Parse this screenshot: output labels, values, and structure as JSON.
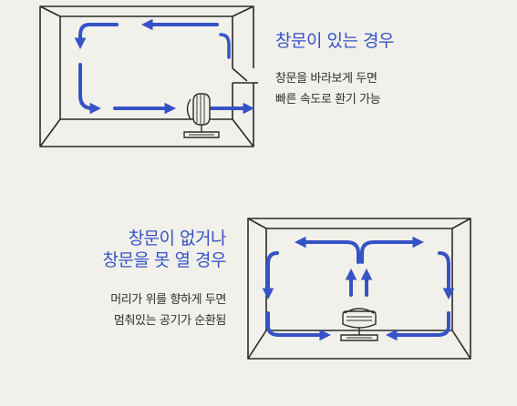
{
  "colors": {
    "background": "#f2f0ea",
    "arrow": "#3553c7",
    "line": "#2b2b2b",
    "heading": "#3553c7"
  },
  "section1": {
    "heading": "창문이 있는 경우",
    "body": [
      "창문을 바라보게 두면",
      "빠른 속도로 환기 가능"
    ]
  },
  "section2": {
    "heading": [
      "창문이 없거나",
      "창문을 못 열 경우"
    ],
    "body": [
      "머리가 위를 향하게 두면",
      "멈춰있는 공기가 순환됨"
    ]
  }
}
